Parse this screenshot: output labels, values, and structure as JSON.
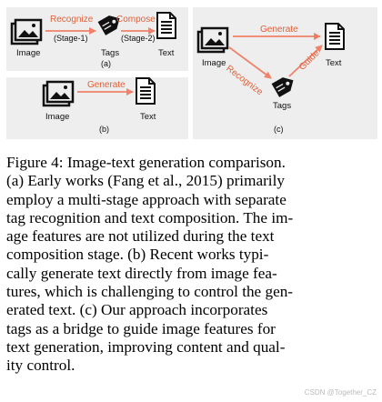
{
  "panel_a": {
    "image_label": "Image",
    "tags_label": "Tags",
    "text_label": "Text",
    "step1_label": "Recognize",
    "step1_stage": "(Stage-1)",
    "step2_label": "Compose",
    "step2_stage": "(Stage-2)",
    "panel_letter": "(a)"
  },
  "panel_b": {
    "image_label": "Image",
    "text_label": "Text",
    "arrow_label": "Generate",
    "panel_letter": "(b)"
  },
  "panel_c": {
    "image_label": "Image",
    "tags_label": "Tags",
    "text_label": "Text",
    "top_arrow_label": "Generate",
    "left_arrow_label": "Recognize",
    "right_arrow_label": "Guide",
    "panel_letter": "(c)"
  },
  "caption": {
    "lines": [
      "Figure 4:  Image-text generation comparison.",
      "(a) Early works (Fang et al., 2015) primarily",
      "employ a multi-stage approach with separate",
      "tag recognition and text composition. The im-",
      "age features are not utilized during the text",
      "composition stage.  (b) Recent works typi-",
      "cally generate text directly from image fea-",
      "tures, which is challenging to control the gen-",
      "erated text.  (c) Our approach incorporates",
      "tags as a bridge to guide image features for",
      "text generation, improving content and qual-",
      "ity control."
    ]
  },
  "watermark": "CSDN @Together_CZ",
  "colors": {
    "arrow": "#f0826a",
    "panel_bg": "#eeeeee",
    "icon": "#111111"
  }
}
